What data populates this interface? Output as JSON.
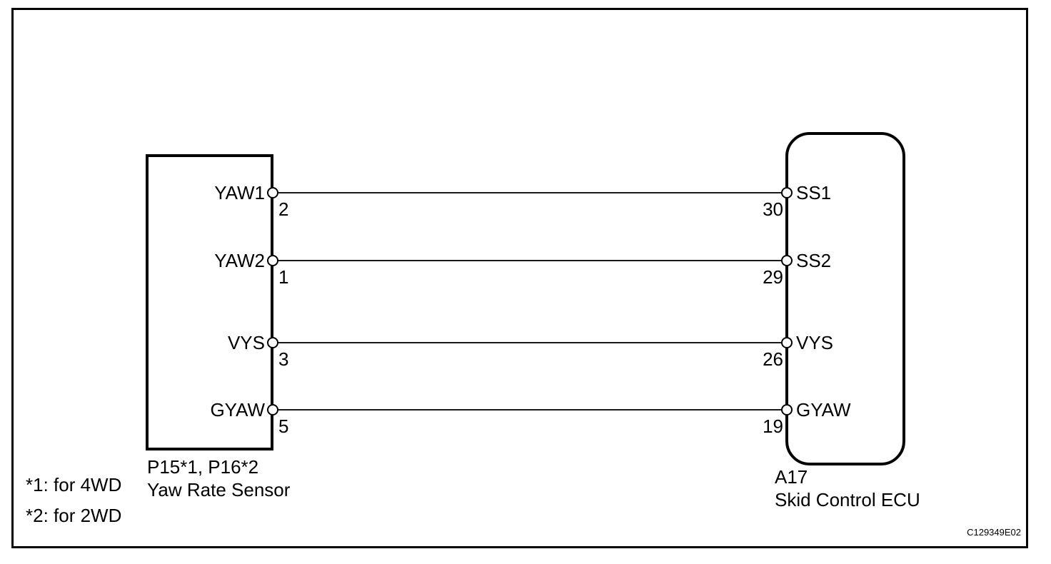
{
  "diagram": {
    "figure_code": "C129349E02",
    "line_color": "#000000",
    "background_color": "#ffffff",
    "notes": {
      "note1": "*1: for 4WD",
      "note2": "*2: for 2WD"
    },
    "left_component": {
      "id_label": "P15*1, P16*2",
      "name": "Yaw Rate Sensor",
      "pins": [
        {
          "label": "YAW1",
          "number": "2"
        },
        {
          "label": "YAW2",
          "number": "1"
        },
        {
          "label": "VYS",
          "number": "3"
        },
        {
          "label": "GYAW",
          "number": "5"
        }
      ]
    },
    "right_component": {
      "id_label": "A17",
      "name": "Skid Control ECU",
      "pins": [
        {
          "label": "SS1",
          "number": "30"
        },
        {
          "label": "SS2",
          "number": "29"
        },
        {
          "label": "VYS",
          "number": "26"
        },
        {
          "label": "GYAW",
          "number": "19"
        }
      ]
    },
    "wires": [
      {
        "from": "YAW1",
        "to": "SS1"
      },
      {
        "from": "YAW2",
        "to": "SS2"
      },
      {
        "from": "VYS",
        "to": "VYS"
      },
      {
        "from": "GYAW",
        "to": "GYAW"
      }
    ]
  }
}
